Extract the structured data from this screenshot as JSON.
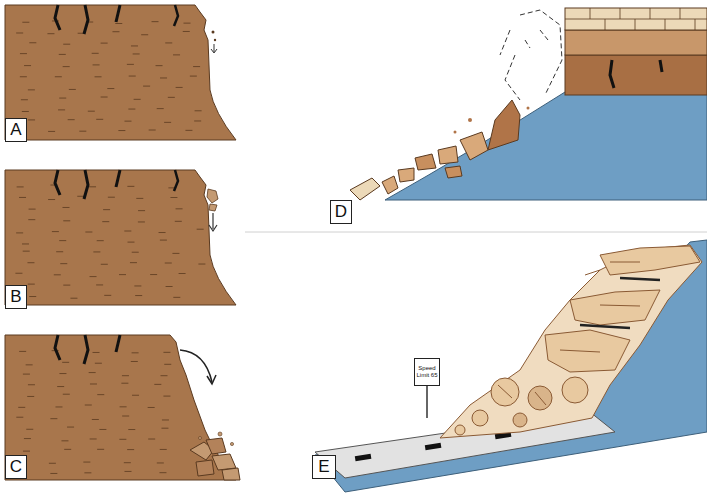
{
  "diagram": {
    "nodes": [
      {
        "text": [
          "A"
        ]
      },
      {
        "text": [
          "B"
        ]
      },
      {
        "text": [
          "C"
        ]
      },
      {
        "text": [
          "D"
        ]
      },
      {
        "text": [
          "E"
        ]
      },
      {
        "text": [
          "Speed Limit 65"
        ]
      }
    ]
  }
}
